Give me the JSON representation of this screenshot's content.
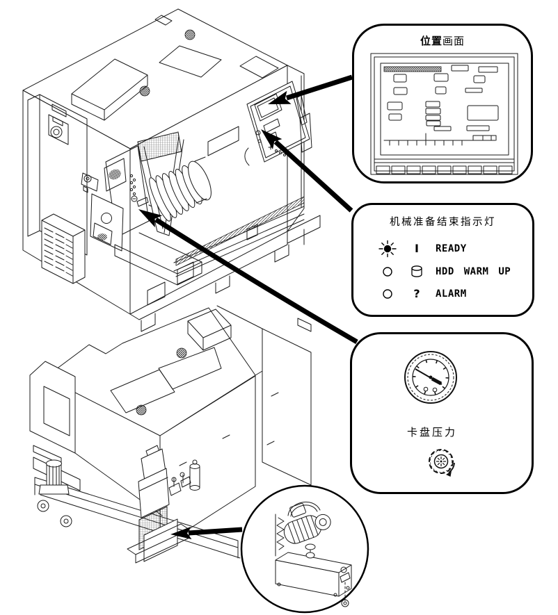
{
  "page": {
    "background": "#ffffff",
    "line_color": "#1a1a1a"
  },
  "callouts": {
    "position_screen": {
      "title_bold": "位置",
      "title_rest": "画面",
      "description_icon": "crt-display-sketch"
    },
    "ready_lamps": {
      "title": "机械准备结束指示灯",
      "rows": [
        {
          "lamp": "on",
          "symbol": "I",
          "symbol_icon": "power-bar-icon",
          "label": "READY"
        },
        {
          "lamp": "off",
          "symbol": "",
          "symbol_icon": "hdd-cylinder-icon",
          "label": "HDD WARM UP"
        },
        {
          "lamp": "off",
          "symbol": "?",
          "symbol_icon": "question-mark",
          "label": "ALARM"
        }
      ]
    },
    "chuck_pressure": {
      "label": "卡盘压力",
      "icons": [
        "pressure-gauge-icon",
        "adjust-knob-icon"
      ]
    }
  },
  "figures": {
    "top_machine_icon": "cnc-lathe-front-isometric",
    "bottom_machine_icon": "cnc-lathe-rear-isometric",
    "pump_circle_icon": "hydraulic-pump-unit"
  }
}
